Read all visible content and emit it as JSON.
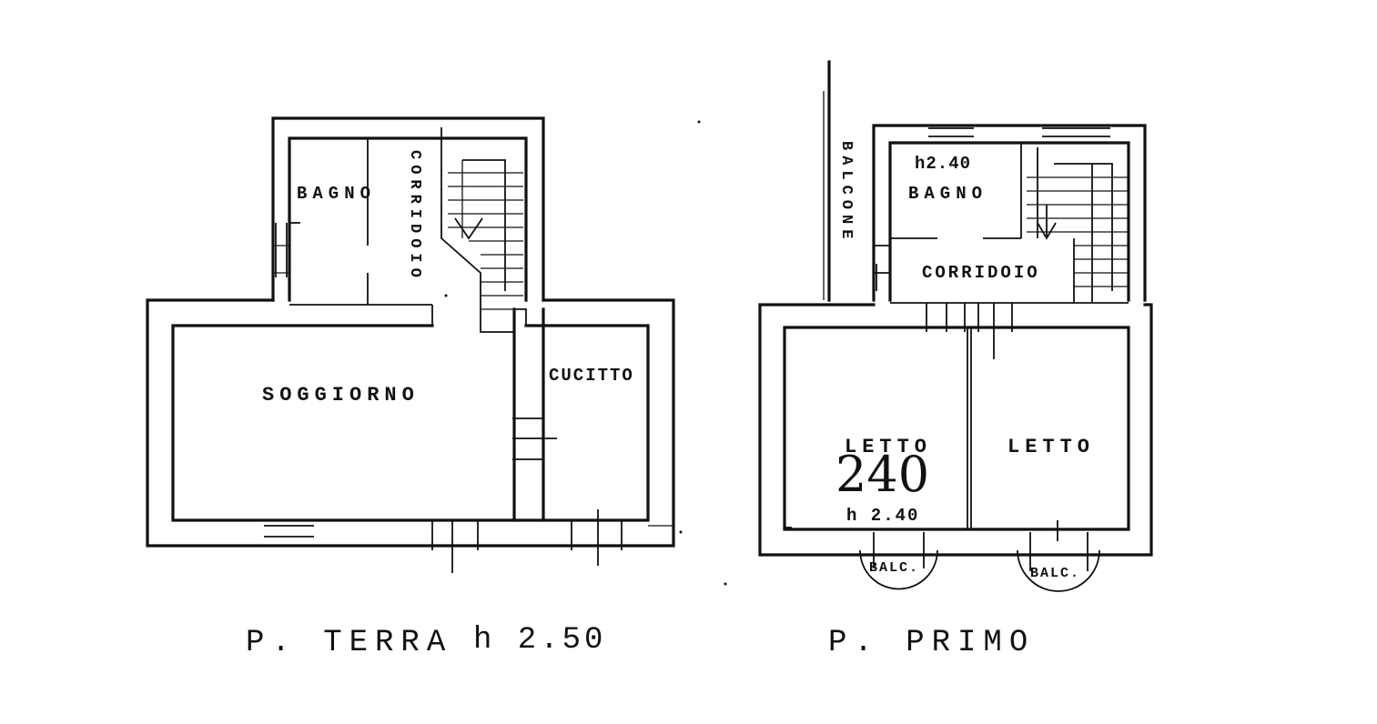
{
  "plans": [
    {
      "rooms": {
        "bagno": "BAGNO",
        "corridoio": "CORRIDOIO",
        "soggiorno": "SOGGIORNO",
        "cucitto": "CUCITTO"
      },
      "floor_title": "P. TERRA",
      "height": "h 2.50"
    },
    {
      "rooms": {
        "balcone": "BALCONE",
        "bagno": "BAGNO",
        "bagno_height": "h2.40",
        "corridoio": "CORRIDOIO",
        "letto_left": "LETTO",
        "letto_right": "LETTO",
        "big_number": "240",
        "letto_height": "h 2.40",
        "balc_left": "BALC.",
        "balc_right": "BALC."
      },
      "floor_title": "P. PRIMO"
    }
  ]
}
